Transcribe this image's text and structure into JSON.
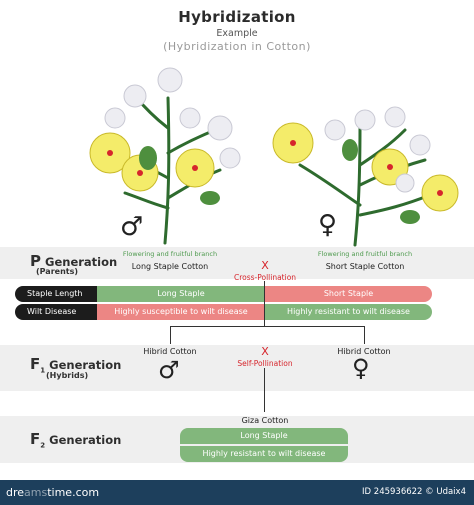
{
  "header": {
    "title": "Hybridization",
    "subtitle": "Example",
    "subtitle2": "(Hybridization in Cotton)"
  },
  "p_generation": {
    "label_letter": "P",
    "label_word": "Generation",
    "label_sub": "(Parents)",
    "left_note": "Flowering and fruitful branch",
    "right_note": "Flowering and fruitful branch",
    "left_name": "Long Staple Cotton",
    "right_name": "Short Staple Cotton",
    "cross_mark": "X",
    "cross_label": "Cross-Pollination",
    "male_symbol": "♂",
    "female_symbol": "♀"
  },
  "traits": [
    {
      "name": "Staple Length",
      "left": "Long Staple",
      "right": "Short Staple"
    },
    {
      "name": "Wilt Disease",
      "left": "Highly susceptible to wilt disease",
      "right": "Highly resistant to wilt disease"
    }
  ],
  "f1_generation": {
    "label_letter": "F",
    "label_index": "1",
    "label_word": "Generation",
    "label_sub": "(Hybrids)",
    "left_name": "Hibrid Cotton",
    "right_name": "Hibrid Cotton",
    "cross_mark": "X",
    "cross_label": "Self-Pollination",
    "male_symbol": "♂",
    "female_symbol": "♀"
  },
  "f2_generation": {
    "label_letter": "F",
    "label_index": "2",
    "label_word": "Generation",
    "product_name": "Giza Cotton",
    "trait1": "Long Staple",
    "trait2": "Highly resistant to wilt disease"
  },
  "footer": {
    "brand_a": "dre",
    "brand_b": "ams",
    "brand_c": "time.com",
    "credit": "ID 245936622  © Udaix4"
  },
  "colors": {
    "green": "#82b77c",
    "red": "#ec8684",
    "dark": "#1c1c1c",
    "footer": "#1d3f5c",
    "flower": "#f4ec6a"
  }
}
